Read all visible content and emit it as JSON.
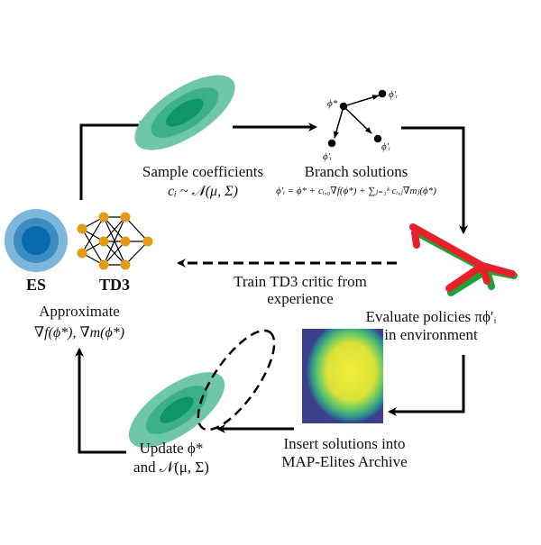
{
  "labels": {
    "sample": "Sample coefficients",
    "sample_math": "cᵢ ~ 𝒩(μ, Σ)",
    "branch": "Branch solutions",
    "branch_math": "ϕ′ᵢ = ϕ* + cᵢ,₀∇f(ϕ*) + ∑ⱼ₌₁ᵏ cᵢ,ⱼ∇mⱼ(ϕ*)",
    "phi_star": "ϕ*",
    "phi_prime": "ϕ′ᵢ",
    "evaluate_1": "Evaluate policies πϕ′ᵢ",
    "evaluate_2": "in environment",
    "train_1": "Train TD3 critic from",
    "train_2": "experience",
    "insert_1": "Insert solutions into",
    "insert_2": "MAP-Elites Archive",
    "update_1": "Update ϕ*",
    "update_2": "and 𝒩(μ, Σ)",
    "es": "ES",
    "td3": "TD3",
    "approx_1": "Approximate",
    "approx_2": "∇f(ϕ*), ∇m(ϕ*)"
  },
  "colors": {
    "green_outer": "#6fc6a8",
    "green_mid": "#3bb089",
    "green_inner": "#10946a",
    "es_outer": "#7fb6dc",
    "es_mid": "#3c8cc4",
    "es_inner": "#0a6aad",
    "node": "#e59a14",
    "robot": "#e8202a",
    "robot_green": "#1fa13a"
  }
}
